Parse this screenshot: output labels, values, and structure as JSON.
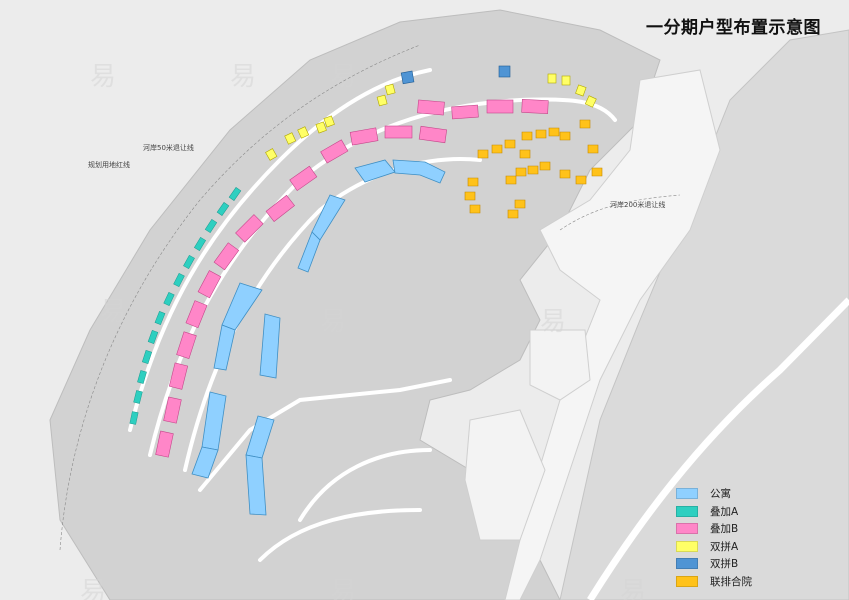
{
  "title": "一分期户型布置示意图",
  "annotations": {
    "river_50m": "河岸50米退让线",
    "planning_red_line": "规划用地红线",
    "river_200m": "河岸200米退让线"
  },
  "legend": [
    {
      "label": "公寓",
      "color": "#8fd0ff"
    },
    {
      "label": "叠加A",
      "color": "#2ecfc0"
    },
    {
      "label": "叠加B",
      "color": "#ff86c8"
    },
    {
      "label": "双拼A",
      "color": "#ffff66"
    },
    {
      "label": "双拼B",
      "color": "#4f94d4"
    },
    {
      "label": "联排合院",
      "color": "#ffc21a"
    }
  ],
  "colors": {
    "background": "#ececec",
    "site": "#d4d4d4",
    "road": "#ffffff",
    "water": "#f7f7f7"
  }
}
